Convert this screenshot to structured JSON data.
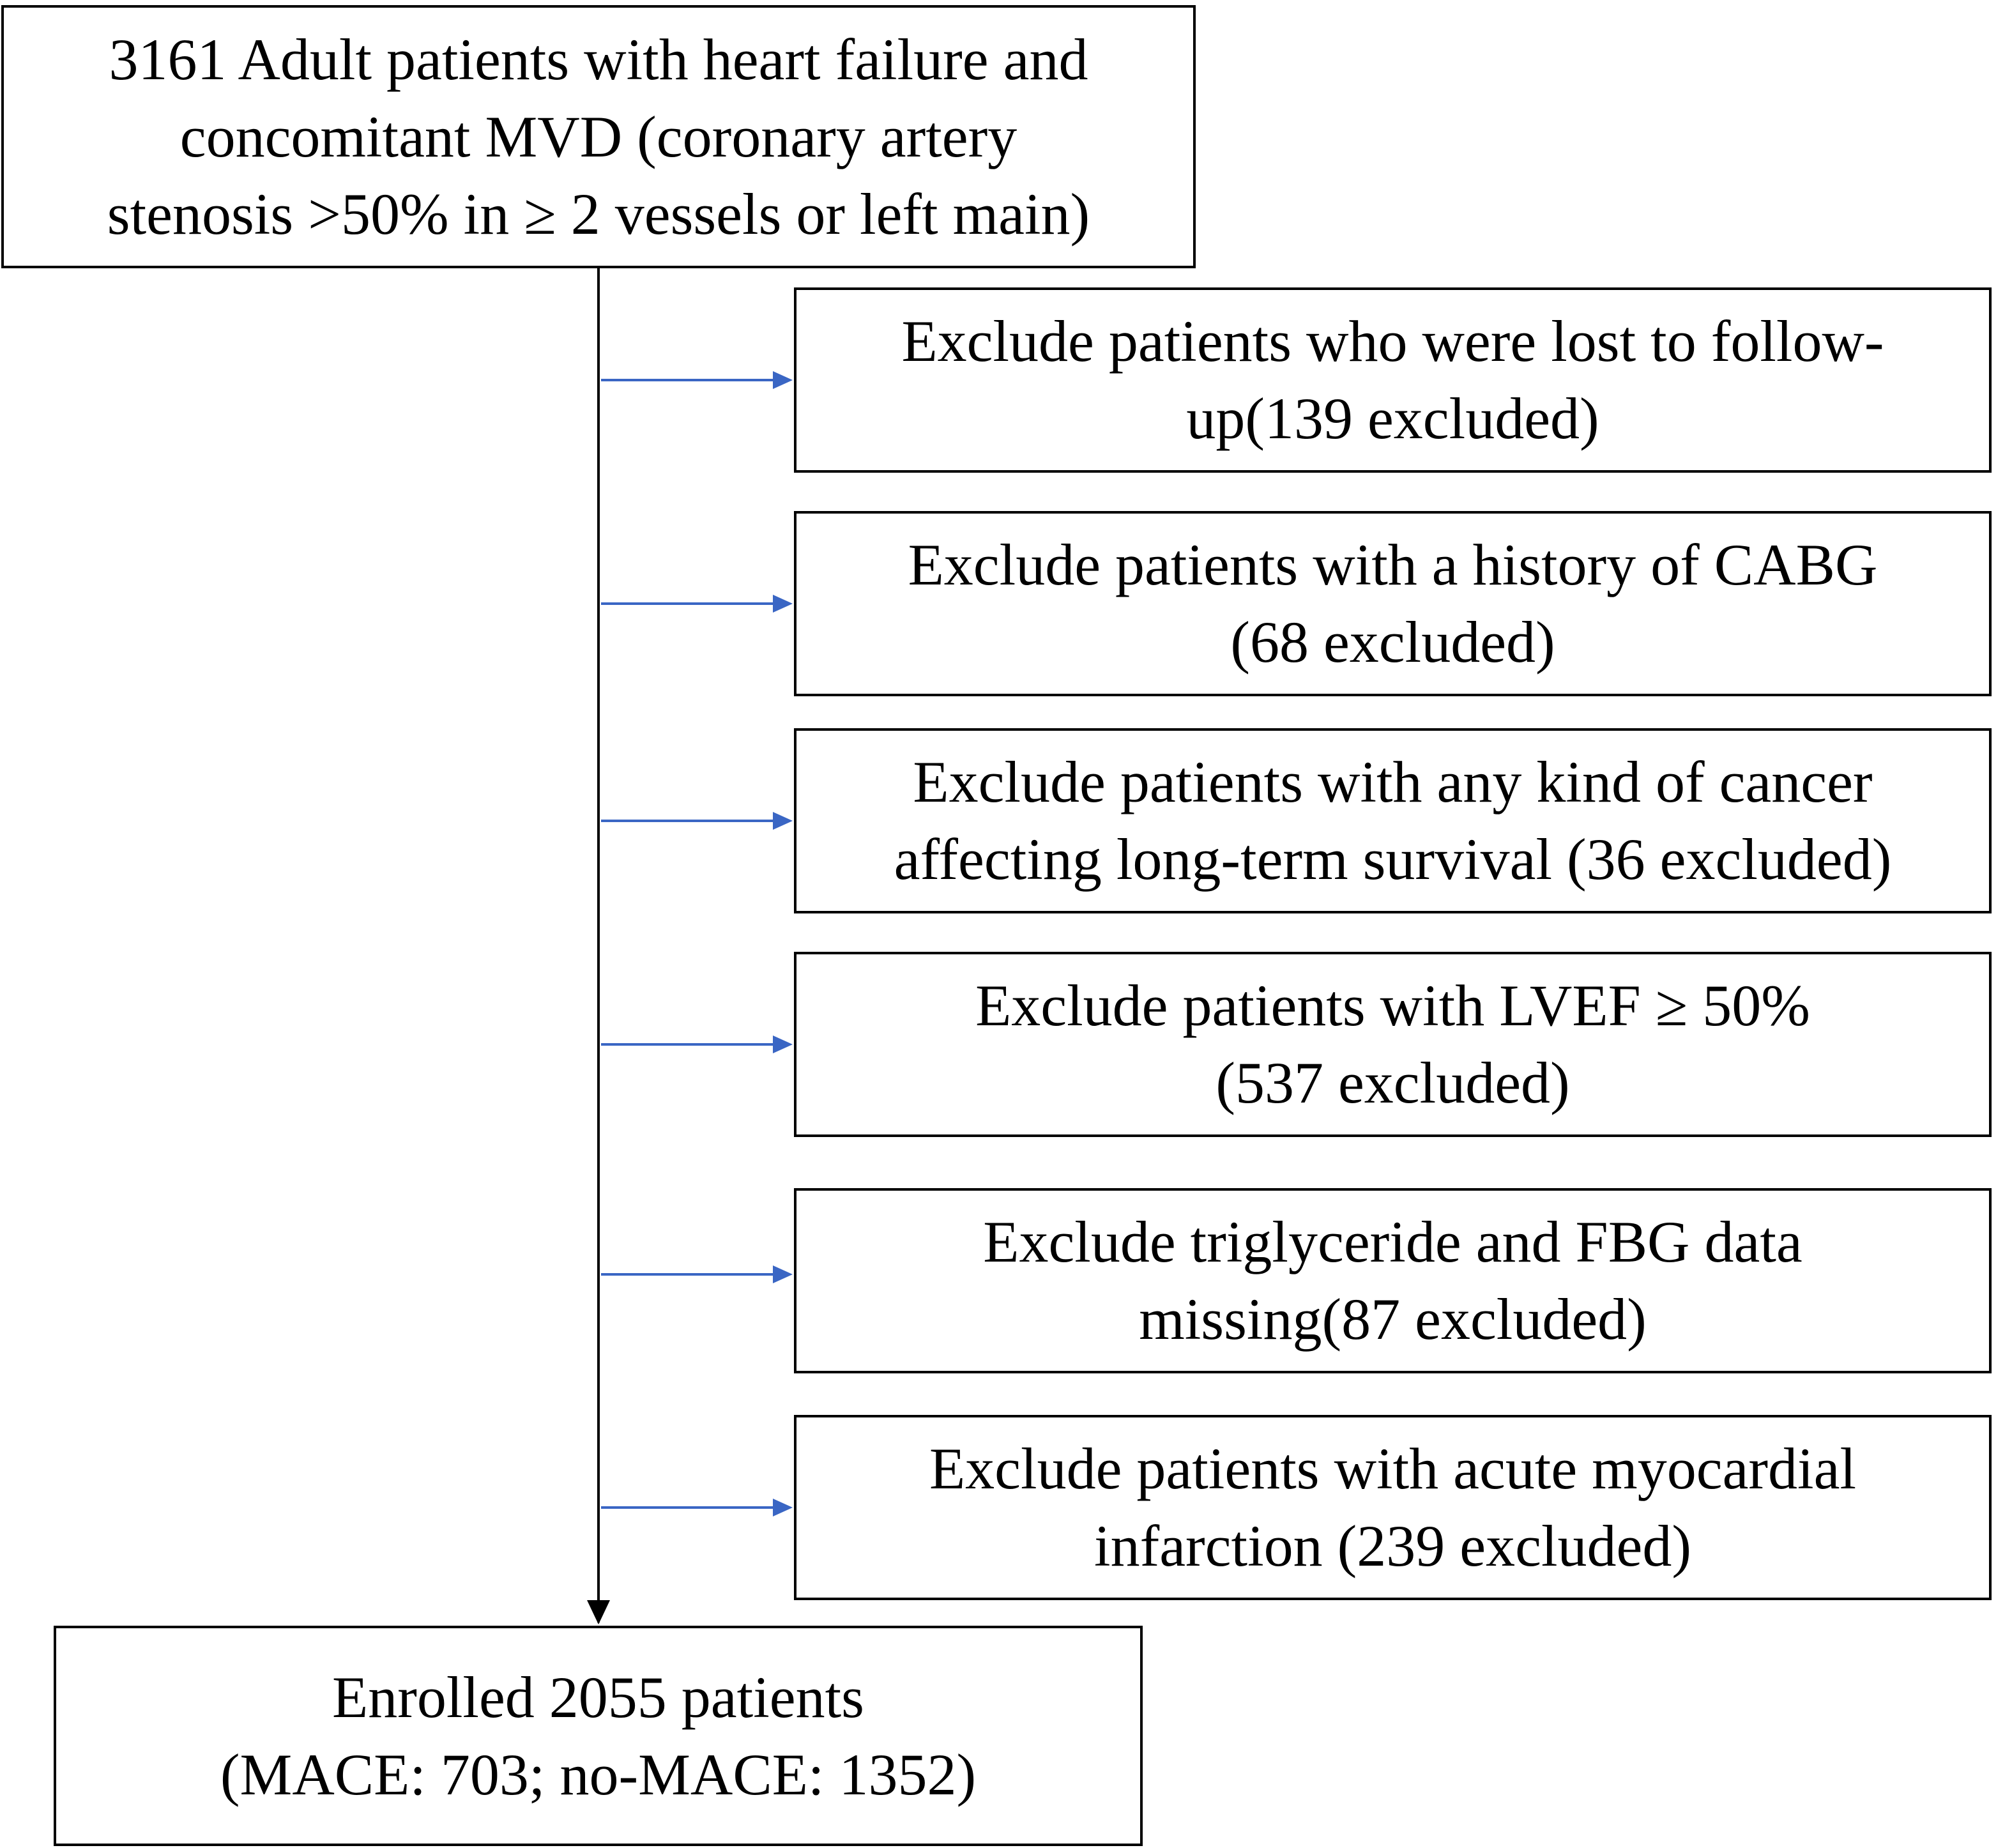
{
  "flowchart": {
    "start": {
      "lines": [
        "3161 Adult patients with heart failure and",
        "concomitant MVD (coronary artery",
        "stenosis >50% in ≥ 2 vessels or left main)"
      ]
    },
    "exclusions": [
      {
        "lines": [
          "Exclude patients who were lost to follow-",
          "up(139 excluded)"
        ]
      },
      {
        "lines": [
          "Exclude patients with a history of CABG",
          "(68 excluded)"
        ]
      },
      {
        "lines": [
          "Exclude patients with any kind of cancer",
          "affecting long-term survival (36 excluded)"
        ]
      },
      {
        "lines": [
          "Exclude patients with LVEF ≥ 50%",
          "(537 excluded)"
        ]
      },
      {
        "lines": [
          "Exclude triglyceride and FBG data",
          "missing(87 excluded)"
        ]
      },
      {
        "lines": [
          "Exclude patients with acute myocardial",
          "infarction (239 excluded)"
        ]
      }
    ],
    "end": {
      "lines": [
        "Enrolled 2055 patients",
        "(MACE: 703; no-MACE: 1352)"
      ]
    }
  },
  "colors": {
    "box_border": "#000000",
    "main_line": "#000000",
    "branch_arrow": "#3a66c4"
  }
}
